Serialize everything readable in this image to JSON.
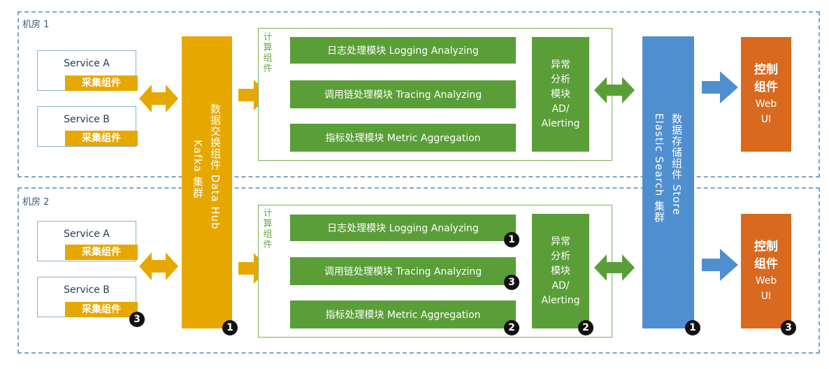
{
  "datacenters": [
    {
      "label": "机房 1"
    },
    {
      "label": "机房 2"
    }
  ],
  "services": [
    {
      "name": "Service A",
      "collector": "采集组件"
    },
    {
      "name": "Service B",
      "collector": "采集组件"
    },
    {
      "name": "Service A",
      "collector": "采集组件"
    },
    {
      "name": "Service B",
      "collector": "采集组件"
    }
  ],
  "kafka": {
    "line1": "数据交换组件 Data Hub",
    "line2": "Kafka 集群"
  },
  "compute_label": "计算组件",
  "modules": [
    "日志处理模块 Logging Analyzing",
    "调用链处理模块 Tracing Analyzing",
    "指标处理模块 Metric Aggregation",
    "日志处理模块 Logging Analyzing",
    "调用链处理模块 Tracing Analyzing",
    "指标处理模块 Metric Aggregation"
  ],
  "anomaly": {
    "l1": "异常",
    "l2": "分析",
    "l3": "模块",
    "l4": "AD/",
    "l5": "Alerting"
  },
  "storage": {
    "line1": "数据存储组件 Store",
    "line2": "Elastic Search 集群"
  },
  "console": {
    "l1": "控制",
    "l2": "组件",
    "l3": "Web",
    "l4": "UI"
  },
  "badges": {
    "one": "1",
    "two": "2",
    "three": "3"
  },
  "colors": {
    "collector": "#e6a800",
    "compute": "#5a9e38",
    "storage": "#4f8fd0",
    "console": "#d8691f",
    "border": "#7aa6c8"
  }
}
